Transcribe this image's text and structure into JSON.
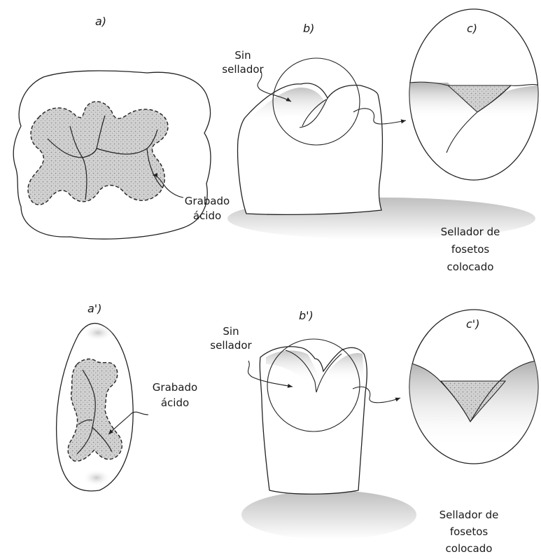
{
  "panels": {
    "a": "a)",
    "b": "b)",
    "c": "c)",
    "a_prime": "a')",
    "b_prime": "b')",
    "c_prime": "c')"
  },
  "labels": {
    "top": {
      "sin": "Sin",
      "sellador": "sellador",
      "grabado": "Grabado",
      "acido": "ácido",
      "sellador_de": "Sellador de",
      "fosetos": "fosetos",
      "colocado": "colocado"
    },
    "bottom": {
      "sin": "Sin",
      "sellador": "sellador",
      "grabado": "Grabado",
      "acido": "ácido",
      "sellador_de": "Sellador de",
      "fosetos": "fosetos",
      "colocado": "colocado"
    }
  }
}
